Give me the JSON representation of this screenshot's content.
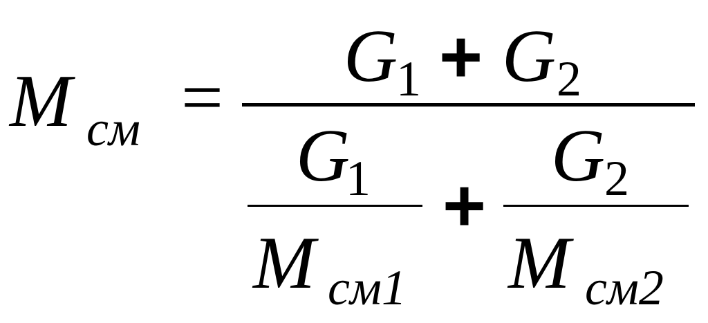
{
  "formula": {
    "lhs": {
      "symbol": "M",
      "subscript": "см"
    },
    "equals": "=",
    "numerator": {
      "term1": {
        "symbol": "G",
        "subscript": "1"
      },
      "plus": "+",
      "term2": {
        "symbol": "G",
        "subscript": "2"
      }
    },
    "denominator": {
      "left_fraction": {
        "num": {
          "symbol": "G",
          "subscript": "1"
        },
        "den": {
          "symbol": "M",
          "subscript": "см1"
        }
      },
      "plus": "+",
      "right_fraction": {
        "num": {
          "symbol": "G",
          "subscript": "2"
        },
        "den": {
          "symbol": "M",
          "subscript": "см2"
        }
      }
    }
  }
}
